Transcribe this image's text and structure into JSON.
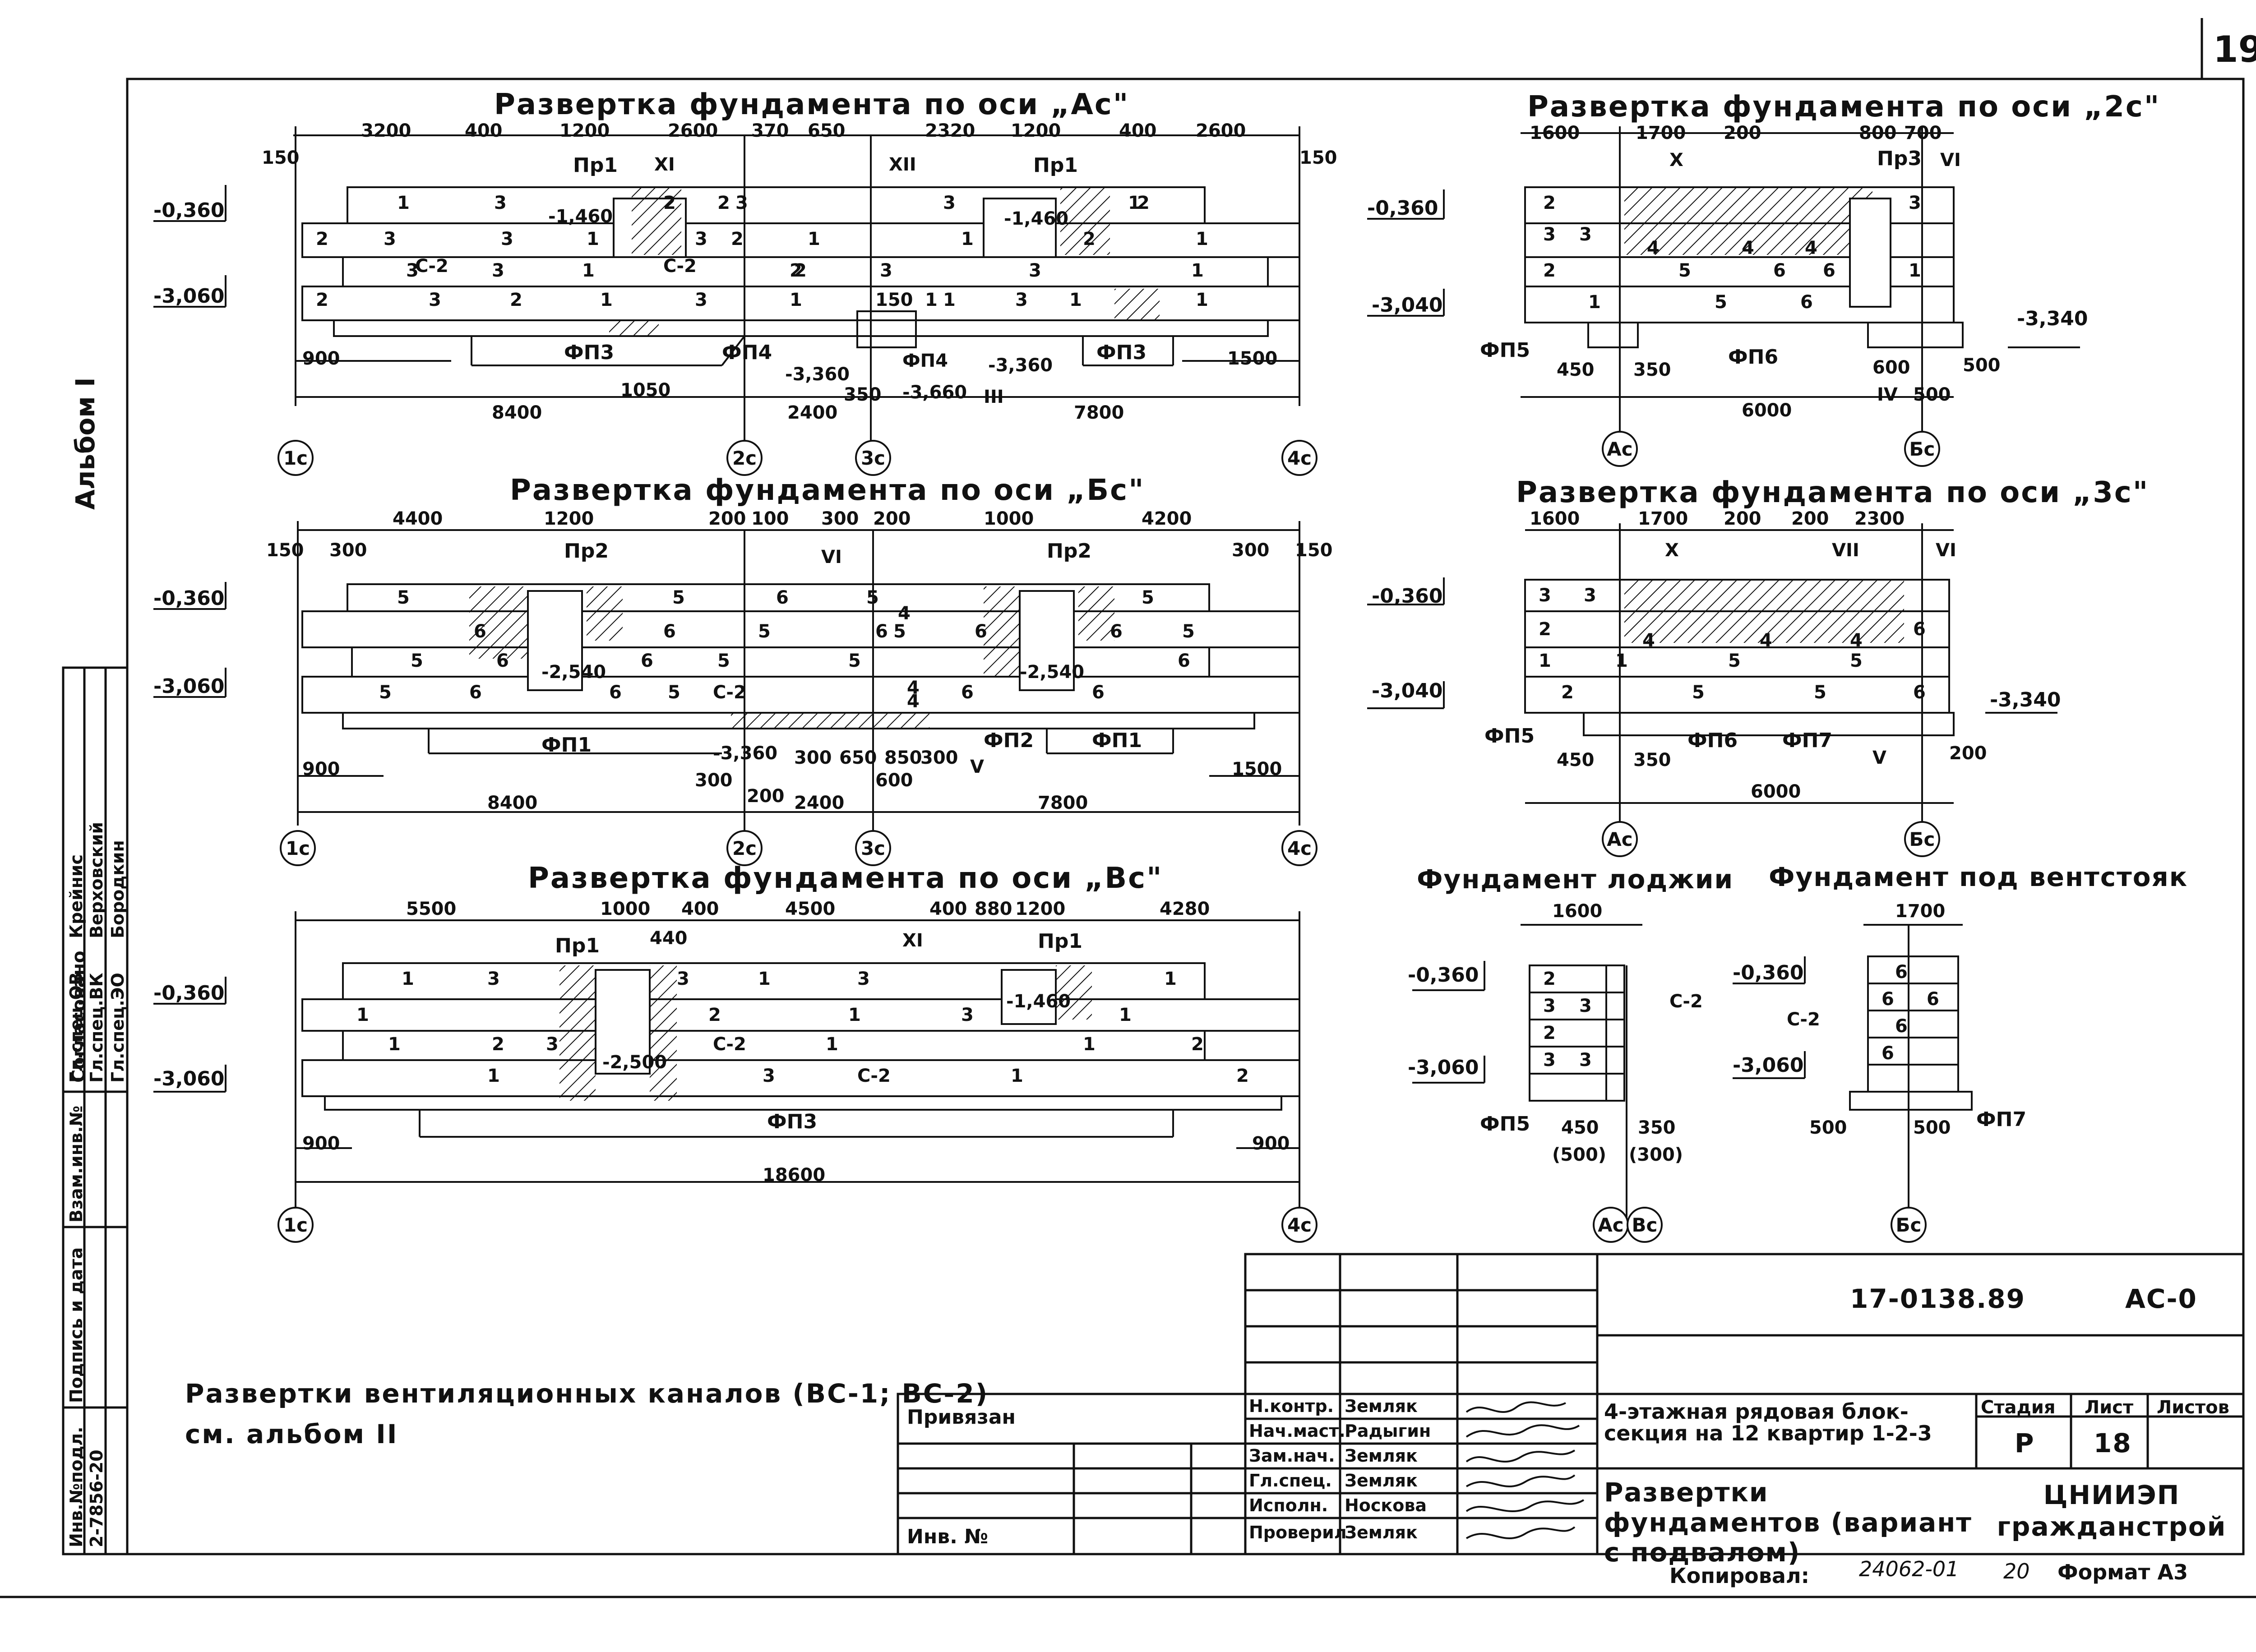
{
  "page_number": "19",
  "album_label": "Альбом I",
  "sections": {
    "ac": {
      "title": "Развертка фундамента по оси „Ас\"",
      "top_dims": [
        "3200",
        "400",
        "1200",
        "2600",
        "370",
        "650",
        "2320",
        "1200",
        "400",
        "2600"
      ],
      "edge_dims": [
        "150",
        "150"
      ],
      "levels": [
        "-0,360",
        "-3,060"
      ],
      "inner_levels": [
        "-1,460",
        "-1,460",
        "-3,360",
        "-3,360",
        "-3,660"
      ],
      "openings": [
        "Пр1",
        "Пр1"
      ],
      "markers": [
        "XI",
        "XII",
        "III"
      ],
      "blocks": [
        "1",
        "3",
        "2",
        "2",
        "3",
        "3",
        "1",
        "3",
        "2",
        "3",
        "3",
        "1",
        "2",
        "1",
        "2",
        "3",
        "2",
        "3",
        "3",
        "2",
        "1",
        "3",
        "1",
        "1",
        "1",
        "3",
        "2",
        "1",
        "3",
        "2",
        "1",
        "1",
        "3",
        "1",
        "2",
        "1",
        "1",
        "С-2",
        "С-2",
        "150"
      ],
      "footings": [
        "ФП3",
        "ФП4",
        "ФП4",
        "ФП3"
      ],
      "bottom_dims": [
        "900",
        "1050",
        "350",
        "1500"
      ],
      "totals": [
        "8400",
        "2400",
        "7800"
      ],
      "axes": [
        "1с",
        "2с",
        "3с",
        "4с"
      ]
    },
    "bc": {
      "title": "Развертка фундамента по оси „Бс\"",
      "top_dims": [
        "4400",
        "1200",
        "200",
        "100",
        "300",
        "200",
        "1000",
        "4200"
      ],
      "edge_dims": [
        "150",
        "300",
        "300",
        "150"
      ],
      "levels": [
        "-0,360",
        "-3,060"
      ],
      "inner_levels": [
        "-2,540",
        "-2,540",
        "-3,360"
      ],
      "openings": [
        "Пр2",
        "Пр2"
      ],
      "markers": [
        "VI",
        "V"
      ],
      "blocks": [
        "5",
        "5",
        "5",
        "6",
        "5",
        "6",
        "6",
        "5",
        "6",
        "5",
        "5",
        "6",
        "6",
        "5",
        "5",
        "6",
        "5",
        "6",
        "6",
        "5",
        "6",
        "6",
        "5",
        "4",
        "4",
        "4",
        "6",
        "6",
        "С-2"
      ],
      "footings": [
        "ФП1",
        "ФП2",
        "ФП1"
      ],
      "bottom_dims": [
        "900",
        "300",
        "200",
        "300",
        "650",
        "850",
        "300",
        "600",
        "1500"
      ],
      "totals": [
        "8400",
        "2400",
        "7800"
      ],
      "axes": [
        "1с",
        "2с",
        "3с",
        "4с"
      ]
    },
    "vc": {
      "title": "Развертка фундамента по оси „Вс\"",
      "top_dims": [
        "5500",
        "1000",
        "400",
        "4500",
        "400",
        "880",
        "1200",
        "4280",
        "440"
      ],
      "levels": [
        "-0,360",
        "-3,060"
      ],
      "inner_levels": [
        "-2,500",
        "-1,460"
      ],
      "openings": [
        "Пр1",
        "Пр1"
      ],
      "markers": [
        "XI"
      ],
      "blocks": [
        "1",
        "3",
        "3",
        "1",
        "3",
        "1",
        "1",
        "2",
        "1",
        "3",
        "1",
        "1",
        "2",
        "3",
        "1",
        "1",
        "2",
        "1",
        "3",
        "1",
        "2",
        "С-2",
        "С-2"
      ],
      "footings": [
        "ФП3"
      ],
      "bottom_dims": [
        "900",
        "900"
      ],
      "totals": [
        "18600"
      ],
      "axes": [
        "1с",
        "4с"
      ]
    },
    "2c": {
      "title": "Развертка фундамента по оси „2с\"",
      "top_dims": [
        "1600",
        "1700",
        "200",
        "800",
        "700"
      ],
      "levels": [
        "-0,360",
        "-3,040",
        "-3,340"
      ],
      "openings": [
        "Пр3"
      ],
      "markers": [
        "X",
        "VI",
        "IV"
      ],
      "blocks": [
        "3",
        "3",
        "2",
        "1",
        "4",
        "4",
        "4",
        "5",
        "6",
        "6",
        "5",
        "6",
        "2",
        "3",
        "1"
      ],
      "footings": [
        "ФП5",
        "ФП6"
      ],
      "bottom_dims": [
        "450",
        "350",
        "600",
        "500",
        "500"
      ],
      "totals": [
        "6000"
      ],
      "axes": [
        "Ас",
        "Бс"
      ]
    },
    "3c": {
      "title": "Развертка фундамента по оси „3с\"",
      "top_dims": [
        "1600",
        "1700",
        "200",
        "200",
        "2300"
      ],
      "levels": [
        "-0,360",
        "-3,040",
        "-3,340"
      ],
      "markers": [
        "X",
        "VII",
        "VI",
        "V"
      ],
      "blocks": [
        "3",
        "3",
        "2",
        "1",
        "4",
        "4",
        "4",
        "5",
        "5",
        "6",
        "5",
        "5",
        "6",
        "2",
        "1"
      ],
      "footings": [
        "ФП5",
        "ФП6",
        "ФП7"
      ],
      "bottom_dims": [
        "450",
        "350",
        "200"
      ],
      "totals": [
        "6000"
      ],
      "axes": [
        "Ас",
        "Бс"
      ]
    },
    "loggia": {
      "title": "Фундамент лоджии",
      "top_dims": [
        "1600"
      ],
      "levels": [
        "-0,360",
        "-3,060"
      ],
      "blocks": [
        "2",
        "3",
        "3",
        "2",
        "3",
        "3"
      ],
      "labels": [
        "С-2"
      ],
      "footings": [
        "ФП5"
      ],
      "bottom_dims": [
        "450",
        "(500)",
        "350",
        "(300)"
      ],
      "axes": [
        "Ас",
        "Вс"
      ]
    },
    "vent": {
      "title": "Фундамент под вентстояк",
      "top_dims": [
        "1700"
      ],
      "levels": [
        "-0,360",
        "-3,060"
      ],
      "blocks": [
        "6",
        "6",
        "6",
        "6",
        "6"
      ],
      "labels": [
        "С-2"
      ],
      "footings": [
        "ФП7"
      ],
      "bottom_dims": [
        "500",
        "500"
      ],
      "axes": [
        "Бс"
      ]
    }
  },
  "note": {
    "line1": "Развертки вентиляционных каналов (ВС-1; ВС-2)",
    "line2": "см. альбом II"
  },
  "stamp": {
    "doc_code": "17-0138.89",
    "sheet_code": "АС-0",
    "project_title": "4-этажная рядовая блок-секция на 12 квартир 1-2-3",
    "drawing_title": "Развертки фундаментов (вариант с подвалом)",
    "stage_header": "Стадия",
    "sheet_header": "Лист",
    "sheets_header": "Листов",
    "stage": "Р",
    "sheet": "18",
    "org": "ЦНИИЭП гражданстрой",
    "tied": "Привязан",
    "inv": "Инв. №",
    "roles": [
      {
        "role": "Н.контр.",
        "name": "Земляк"
      },
      {
        "role": "Нач.маст.",
        "name": "Радыгин"
      },
      {
        "role": "Зам.нач.",
        "name": "Земляк"
      },
      {
        "role": "Гл.спец.",
        "name": "Земляк"
      },
      {
        "role": "Исполн.",
        "name": "Носкова"
      },
      {
        "role": "Проверил",
        "name": "Земляк"
      }
    ]
  },
  "left_strip": {
    "rows": [
      {
        "role": "Гл.спец.ОВ",
        "name": "Крейнис"
      },
      {
        "role": "Гл.спец.ВК",
        "name": "Верховский"
      },
      {
        "role": "Гл.спец.ЭО",
        "name": "Бородкин"
      }
    ],
    "headers": [
      "Инв.№подл.",
      "Подпись и дата",
      "Взам.инв.№"
    ],
    "inv_value": "2-7856-20",
    "agreed": "Согласовано"
  },
  "footer": {
    "copied": "Копировал:",
    "order": "24062-01",
    "num": "20",
    "format": "Формат А3"
  }
}
